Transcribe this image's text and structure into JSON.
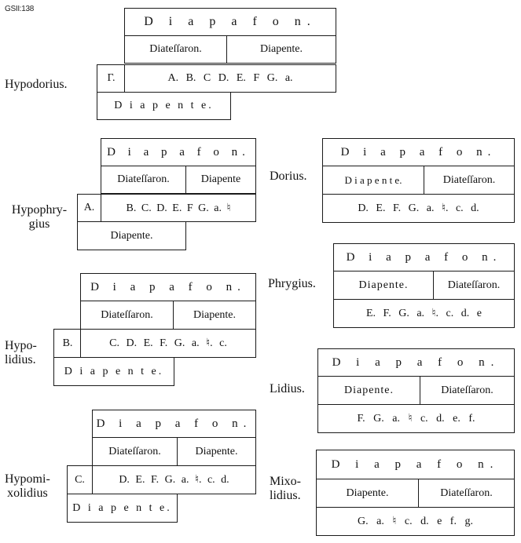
{
  "page_ref": "GSII:138",
  "modes": [
    {
      "name": "Hypodorius.",
      "name_lines": [
        "Hypodorius."
      ],
      "diapason": "D i a p a f o n.",
      "division": [
        "Diateſſaron.",
        "Diapente."
      ],
      "lead_note": "Γ.",
      "notes": "A. B. C D. E. F G. a.",
      "lower": "D i a p e n t e."
    },
    {
      "name": "Hypophrygius",
      "name_lines": [
        "Hypophry-",
        "gius"
      ],
      "diapason": "D i a p a f o n.",
      "division": [
        "Diateſſaron.",
        "Diapente"
      ],
      "lead_note": "A.",
      "notes": "B. C. D. E. F G. a. ♮",
      "lower": "Diapente."
    },
    {
      "name": "Hypolidius.",
      "name_lines": [
        "Hypo-",
        "lidius."
      ],
      "diapason": "D i a p a f o n.",
      "division": [
        "Diateſſaron.",
        "Diapente."
      ],
      "lead_note": "B.",
      "notes": "C. D. E. F. G. a. ♮. c.",
      "lower": "D i a p e n t e."
    },
    {
      "name": "Hypomixolidius",
      "name_lines": [
        "Hypomi-",
        "xolidius"
      ],
      "diapason": "D i a p a f o n.",
      "division": [
        "Diateſſaron.",
        "Diapente."
      ],
      "lead_note": "C.",
      "notes": "D. E. F. G. a. ♮. c. d.",
      "lower": "D i a p e n t e."
    },
    {
      "name": "Dorius.",
      "name_lines": [
        "Dorius."
      ],
      "diapason": "D i a p a f o n.",
      "division": [
        "D i a p e n t e.",
        "Diateſſaron."
      ],
      "notes": "D. E. F. G. a. ♮. c. d."
    },
    {
      "name": "Phrygius.",
      "name_lines": [
        "Phrygius."
      ],
      "diapason": "D i a p a f o n.",
      "division": [
        "Diapente.",
        "Diateſſaron."
      ],
      "notes": "E. F. G. a. ♮. c. d. e"
    },
    {
      "name": "Lidius.",
      "name_lines": [
        "Lidius."
      ],
      "diapason": "D i a p a f o n.",
      "division": [
        "Diapente.",
        "Diateſſaron."
      ],
      "notes": "F. G. a. ♮ c. d. e. f."
    },
    {
      "name": "Mixolidius.",
      "name_lines": [
        "Mixo-",
        "lidius."
      ],
      "diapason": "D i a p a f o n.",
      "division": [
        "Diapente.",
        "Diateſſaron."
      ],
      "notes": "G. a. ♮ c. d. e f. g."
    }
  ]
}
